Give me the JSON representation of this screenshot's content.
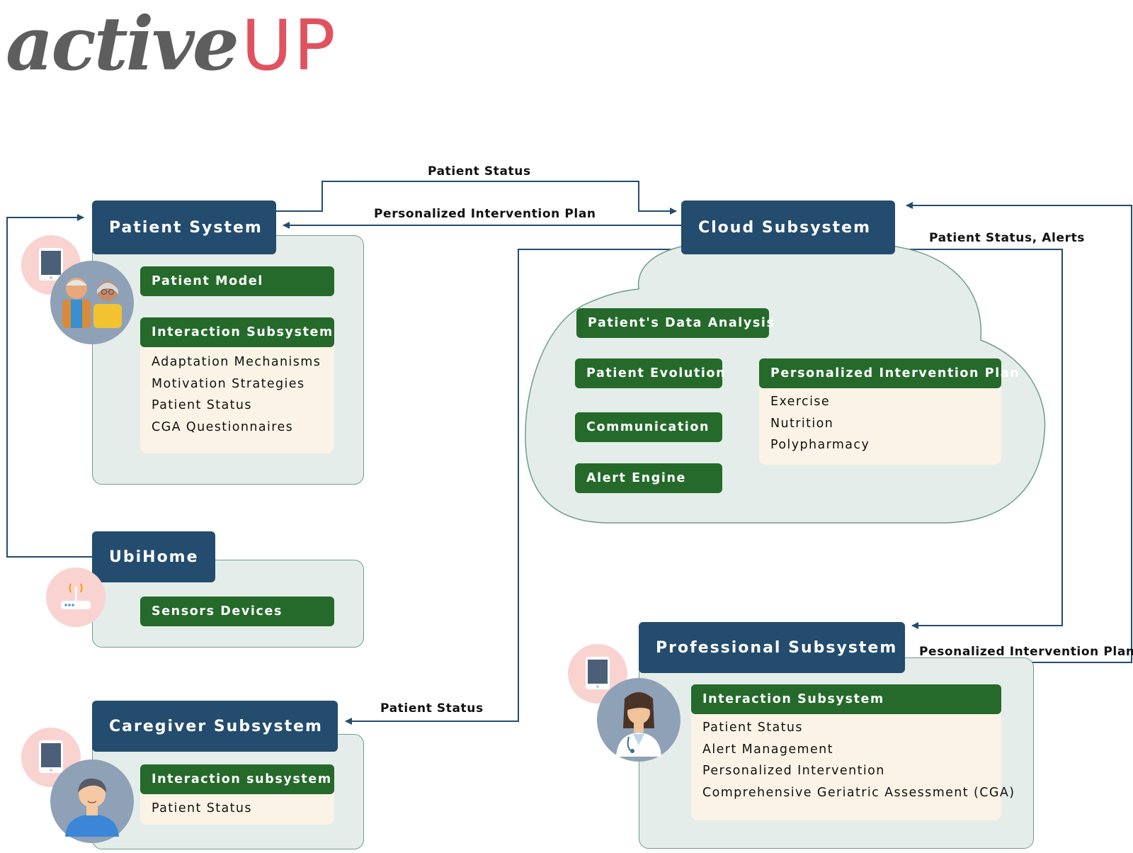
{
  "logo": {
    "part1": "active",
    "part2": "UP"
  },
  "patient_system": {
    "title": "Patient System",
    "patient_model": "Patient Model",
    "interaction": "Interaction Subsystem",
    "items": [
      "Adaptation Mechanisms",
      "Motivation Strategies",
      "Patient Status",
      "CGA Questionnaires"
    ]
  },
  "ubihome": {
    "title": "UbiHome",
    "sensors": "Sensors Devices"
  },
  "caregiver": {
    "title": "Caregiver Subsystem",
    "interaction": "Interaction subsystem",
    "items": [
      "Patient Status"
    ]
  },
  "cloud": {
    "title": "Cloud Subsystem",
    "modules": [
      "Patient's Data Analysis",
      "Patient Evolution",
      "Communication",
      "Alert Engine"
    ],
    "plan": {
      "title": "Personalized Intervention Plan",
      "items": [
        "Exercise",
        "Nutrition",
        "Polypharmacy"
      ]
    }
  },
  "professional": {
    "title": "Professional Subsystem",
    "interaction": "Interaction Subsystem",
    "items": [
      "Patient Status",
      "Alert Management",
      "Personalized Intervention",
      "Comprehensive Geriatric Assessment (CGA)"
    ]
  },
  "arrows": {
    "patient_to_cloud": "Patient Status",
    "cloud_to_patient": "Personalized Intervention Plan",
    "cloud_to_professional": "Patient Status, Alerts",
    "professional_to_cloud": "Pesonalized Intervention Plan",
    "cloud_to_caregiver": "Patient Status"
  },
  "icons": {
    "patient": [
      "tablet-icon",
      "elderly-couple-icon"
    ],
    "ubihome": [
      "router-icon"
    ],
    "caregiver": [
      "tablet-icon",
      "caregiver-avatar-icon"
    ],
    "professional": [
      "tablet-icon",
      "doctor-avatar-icon"
    ]
  },
  "colors": {
    "header": "#234c6e",
    "module": "#256a2b",
    "panel": "#e4ede9",
    "list": "#fbf3e6",
    "logo_active": "#5e5e5e",
    "logo_up": "#e1525f"
  }
}
